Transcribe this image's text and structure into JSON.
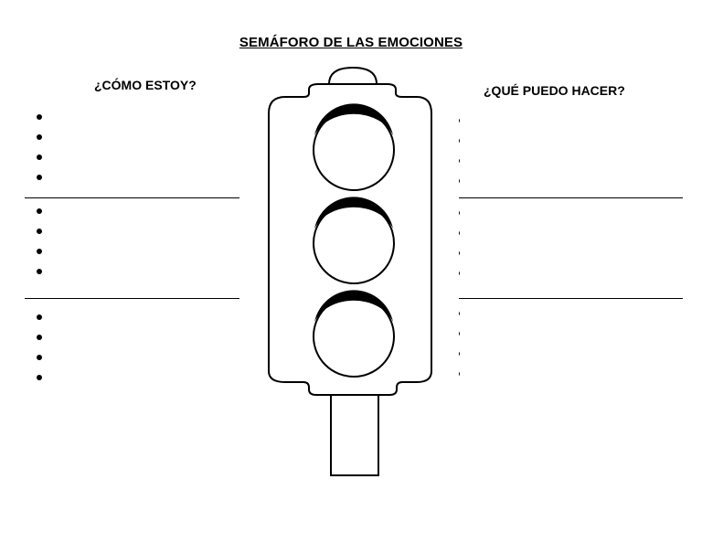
{
  "document": {
    "title": "SEMÁFORO DE LAS EMOCIONES",
    "left_heading": "¿CÓMO ESTOY?",
    "right_heading": "¿QUÉ PUEDO HACER?"
  },
  "illustration": {
    "name": "traffic-light",
    "lights": [
      "top-light",
      "middle-light",
      "bottom-light"
    ],
    "stroke_color": "#000000",
    "fill_color": "#ffffff"
  },
  "sections": {
    "left": [
      {
        "bullet_count": 4
      },
      {
        "bullet_count": 4
      },
      {
        "bullet_count": 4
      }
    ],
    "right": [
      {
        "bullet_count": 4
      },
      {
        "bullet_count": 4
      },
      {
        "bullet_count": 4
      }
    ]
  }
}
